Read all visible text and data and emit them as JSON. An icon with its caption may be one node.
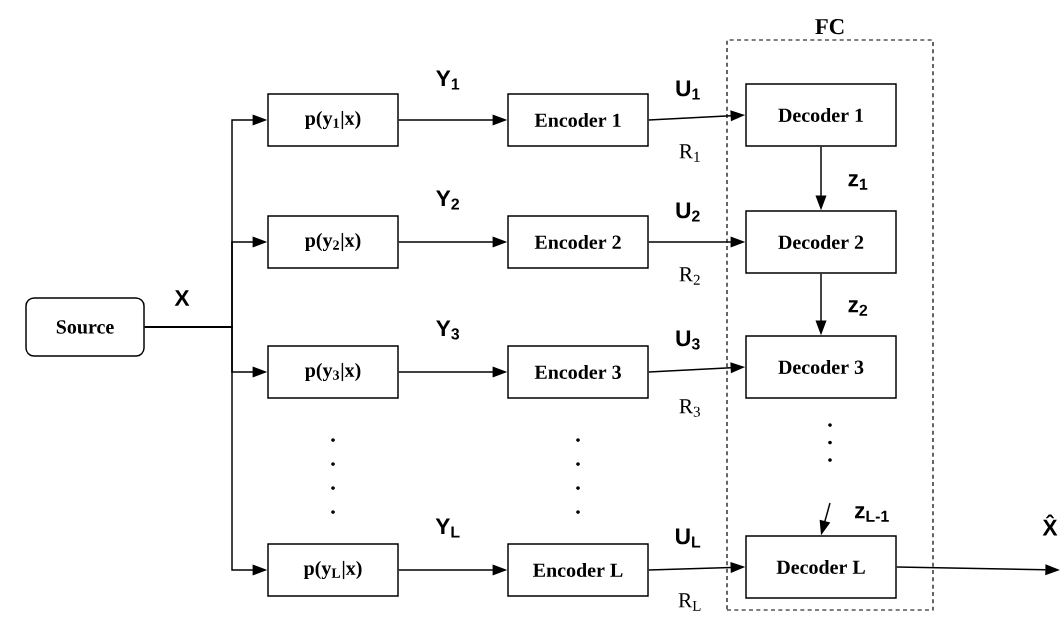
{
  "diagram": {
    "nodes": [
      {
        "text": [
          "Source"
        ]
      },
      {
        "text": [
          "p(y$_{1}$|x)"
        ]
      },
      {
        "text": [
          "p(y$_{2}$|x)"
        ]
      },
      {
        "text": [
          "p(y$_{3}$|x)"
        ]
      },
      {
        "text": [
          "p(y$_{L}$|x)"
        ]
      },
      {
        "text": [
          "Encoder 1"
        ]
      },
      {
        "text": [
          "Encoder 2"
        ]
      },
      {
        "text": [
          "Encoder 3"
        ]
      },
      {
        "text": [
          "Encoder L"
        ]
      },
      {
        "text": [
          "FC"
        ]
      },
      {
        "text": [
          "Decoder 1"
        ],
        "in": 9
      },
      {
        "text": [
          "Decoder 2"
        ],
        "in": 9
      },
      {
        "text": [
          "Decoder 3"
        ],
        "in": 9
      },
      {
        "text": [
          "Decoder L"
        ],
        "in": 9
      }
    ],
    "edges": [
      {
        "from": 0,
        "to": 1,
        "arrow": "to",
        "label": "X"
      },
      {
        "from": 0,
        "to": 2,
        "arrow": "to"
      },
      {
        "from": 0,
        "to": 3,
        "arrow": "to"
      },
      {
        "from": 0,
        "to": 4,
        "arrow": "to"
      },
      {
        "from": 1,
        "to": 5,
        "arrow": "to",
        "label": "Y$_{1}$"
      },
      {
        "from": 2,
        "to": 6,
        "arrow": "to",
        "label": "Y$_{2}$"
      },
      {
        "from": 3,
        "to": 7,
        "arrow": "to",
        "label": "Y$_{3}$"
      },
      {
        "from": 4,
        "to": 8,
        "arrow": "to",
        "label": "Y$_{L}$"
      },
      {
        "from": 5,
        "to": 10,
        "arrow": "to",
        "label": "U$_{1}$"
      },
      {
        "from": 6,
        "to": 11,
        "arrow": "to",
        "label": "U$_{2}$"
      },
      {
        "from": 7,
        "to": 12,
        "arrow": "to",
        "label": "U$_{3}$"
      },
      {
        "from": 8,
        "to": 13,
        "arrow": "to",
        "label": "U$_{L}$"
      },
      {
        "from": 10,
        "to": 11,
        "arrow": "to",
        "label": "z$_{1}$"
      },
      {
        "from": 11,
        "to": 12,
        "arrow": "to",
        "label": "z$_{2}$"
      },
      {
        "from": null,
        "to": 13,
        "arrow": "to",
        "label": "z$_{L-1}$"
      },
      {
        "from": 13,
        "to": null,
        "arrow": "to",
        "label": "X̂"
      }
    ],
    "labels": [
      "R$_{1}$",
      "R$_{2}$",
      "R$_{3}$",
      "R$_{L}$"
    ]
  }
}
